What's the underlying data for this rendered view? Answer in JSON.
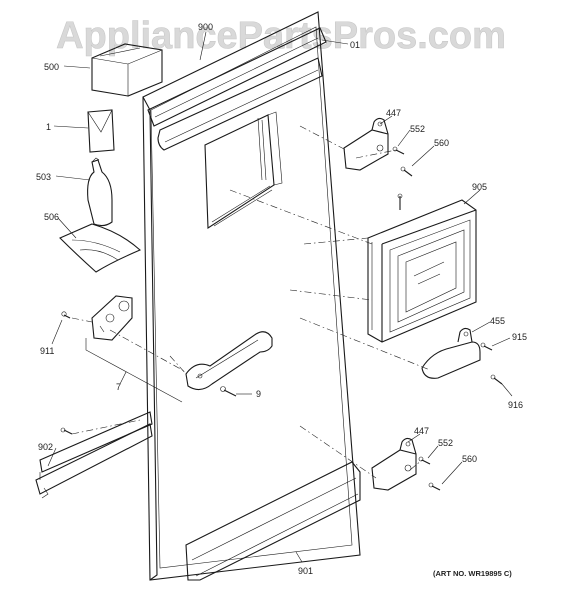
{
  "watermark": "AppliancePartsPros.com",
  "art_number": "(ART NO. WR19895 C)",
  "callouts": {
    "c500": "500",
    "c1": "1",
    "c503": "503",
    "c506": "506",
    "c911": "911",
    "c7": "7",
    "c902": "902",
    "c900": "900",
    "c01": "01",
    "c447a": "447",
    "c552a": "552",
    "c560a": "560",
    "c905": "905",
    "c455": "455",
    "c915": "915",
    "c916": "916",
    "c9": "9",
    "c447b": "447",
    "c552b": "552",
    "c560b": "560",
    "c901": "901"
  }
}
